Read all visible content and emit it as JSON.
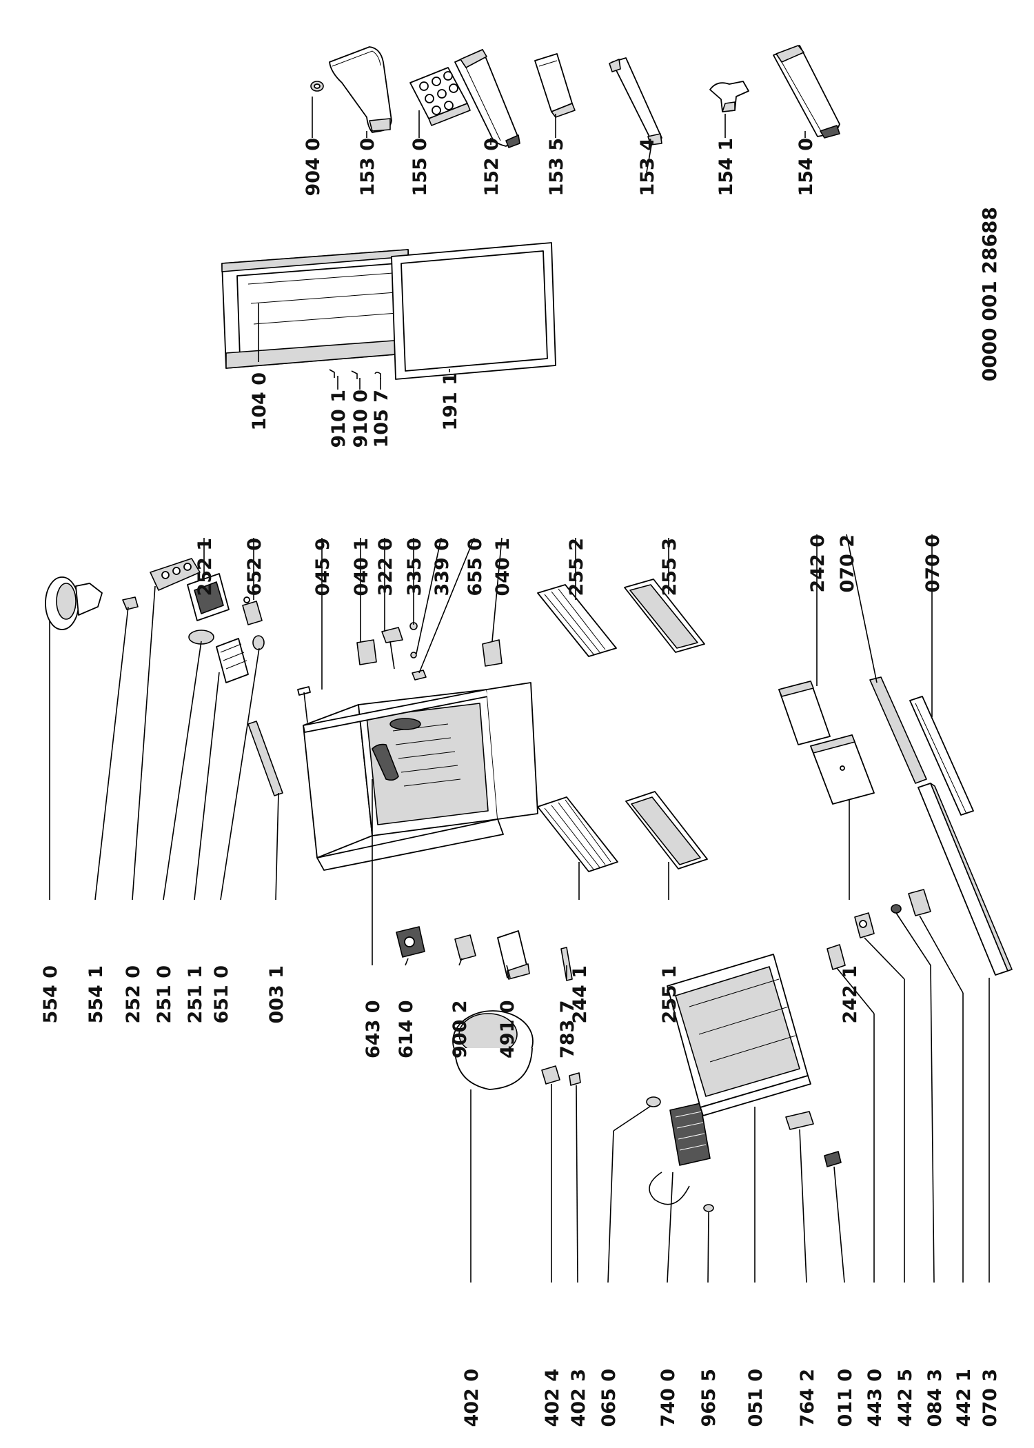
{
  "document_id": "0000 001 28688",
  "parts": [
    {
      "id": "p9040",
      "code": "904 0"
    },
    {
      "id": "p1530",
      "code": "153 0"
    },
    {
      "id": "p1550",
      "code": "155 0"
    },
    {
      "id": "p1520",
      "code": "152 0"
    },
    {
      "id": "p1535",
      "code": "153 5"
    },
    {
      "id": "p1534",
      "code": "153 4"
    },
    {
      "id": "p1541",
      "code": "154 1"
    },
    {
      "id": "p1540",
      "code": "154 0"
    },
    {
      "id": "p1040",
      "code": "104 0"
    },
    {
      "id": "p9101",
      "code": "910 1"
    },
    {
      "id": "p9100",
      "code": "910 0"
    },
    {
      "id": "p1057",
      "code": "105 7"
    },
    {
      "id": "p1911",
      "code": "191 1"
    },
    {
      "id": "p2521",
      "code": "252 1"
    },
    {
      "id": "p6520",
      "code": "652 0"
    },
    {
      "id": "p0459",
      "code": "045 9"
    },
    {
      "id": "p0401a",
      "code": "040 1"
    },
    {
      "id": "p3220",
      "code": "322 0"
    },
    {
      "id": "p3350",
      "code": "335 0"
    },
    {
      "id": "p3390",
      "code": "339 0"
    },
    {
      "id": "p6550",
      "code": "655 0"
    },
    {
      "id": "p0401b",
      "code": "040 1"
    },
    {
      "id": "p2552",
      "code": "255 2"
    },
    {
      "id": "p2553",
      "code": "255 3"
    },
    {
      "id": "p2420",
      "code": "242 0"
    },
    {
      "id": "p0702",
      "code": "070 2"
    },
    {
      "id": "p0700",
      "code": "070 0"
    },
    {
      "id": "p5540",
      "code": "554 0"
    },
    {
      "id": "p5541",
      "code": "554 1"
    },
    {
      "id": "p2520",
      "code": "252 0"
    },
    {
      "id": "p2510",
      "code": "251 0"
    },
    {
      "id": "p2511",
      "code": "251 1"
    },
    {
      "id": "p6510",
      "code": "651 0"
    },
    {
      "id": "p0031",
      "code": "003 1"
    },
    {
      "id": "p2441",
      "code": "244 1"
    },
    {
      "id": "p2551",
      "code": "255 1"
    },
    {
      "id": "p2421",
      "code": "242 1"
    },
    {
      "id": "p6430",
      "code": "643 0"
    },
    {
      "id": "p6140",
      "code": "614 0"
    },
    {
      "id": "p9002",
      "code": "900 2"
    },
    {
      "id": "p4910",
      "code": "491 0"
    },
    {
      "id": "p7837",
      "code": "783 7"
    },
    {
      "id": "p4020",
      "code": "402 0"
    },
    {
      "id": "p4024",
      "code": "402 4"
    },
    {
      "id": "p4023",
      "code": "402 3"
    },
    {
      "id": "p0650",
      "code": "065 0"
    },
    {
      "id": "p7400",
      "code": "740 0"
    },
    {
      "id": "p9655",
      "code": "965 5"
    },
    {
      "id": "p0510",
      "code": "051 0"
    },
    {
      "id": "p7642",
      "code": "764 2"
    },
    {
      "id": "p0110",
      "code": "011 0"
    },
    {
      "id": "p4430",
      "code": "443 0"
    },
    {
      "id": "p4425",
      "code": "442 5"
    },
    {
      "id": "p0843",
      "code": "084 3"
    },
    {
      "id": "p4421",
      "code": "442 1"
    },
    {
      "id": "p0703",
      "code": "070 3"
    }
  ]
}
